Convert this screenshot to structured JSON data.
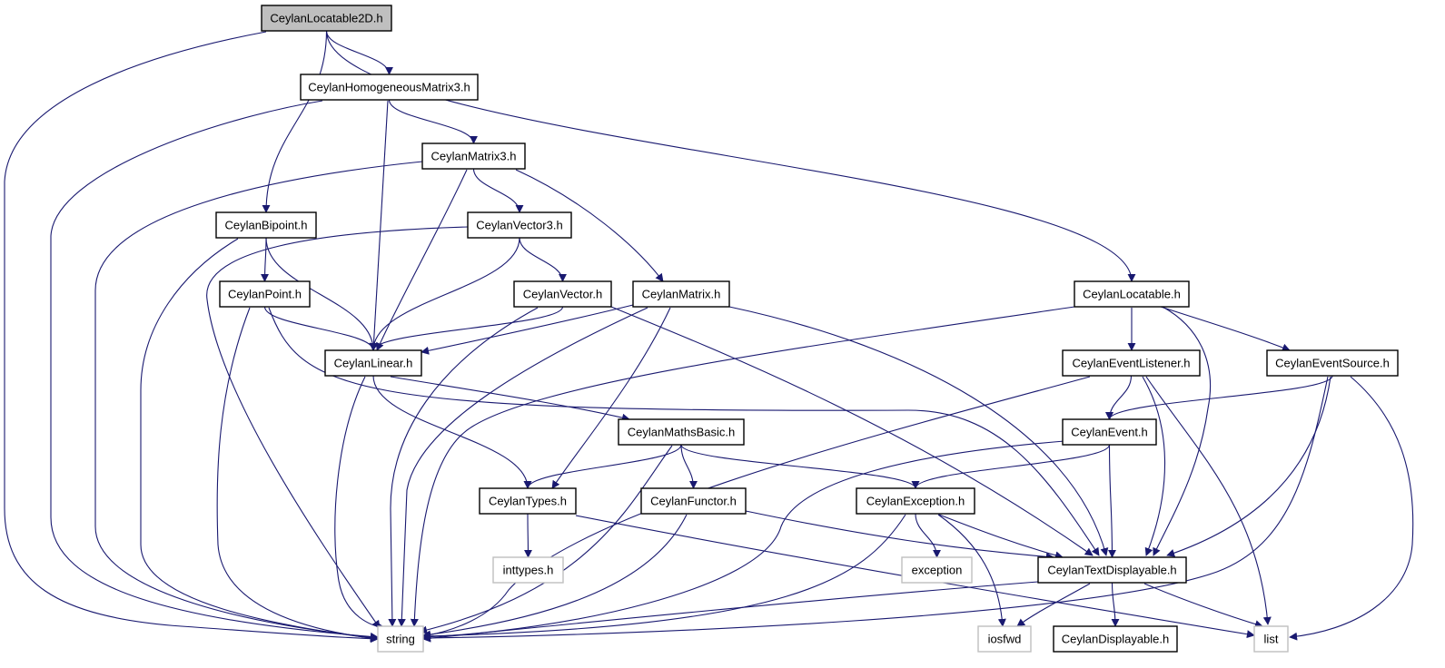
{
  "nodes": [
    {
      "id": "n_root",
      "label": "CeylanLocatable2D.h",
      "style": "root"
    },
    {
      "id": "n_hm3",
      "label": "CeylanHomogeneousMatrix3.h",
      "style": "normal"
    },
    {
      "id": "n_m3",
      "label": "CeylanMatrix3.h",
      "style": "normal"
    },
    {
      "id": "n_bip",
      "label": "CeylanBipoint.h",
      "style": "normal"
    },
    {
      "id": "n_v3",
      "label": "CeylanVector3.h",
      "style": "normal"
    },
    {
      "id": "n_pt",
      "label": "CeylanPoint.h",
      "style": "normal"
    },
    {
      "id": "n_vec",
      "label": "CeylanVector.h",
      "style": "normal"
    },
    {
      "id": "n_mat",
      "label": "CeylanMatrix.h",
      "style": "normal"
    },
    {
      "id": "n_loc",
      "label": "CeylanLocatable.h",
      "style": "normal"
    },
    {
      "id": "n_lin",
      "label": "CeylanLinear.h",
      "style": "normal"
    },
    {
      "id": "n_el",
      "label": "CeylanEventListener.h",
      "style": "normal"
    },
    {
      "id": "n_es",
      "label": "CeylanEventSource.h",
      "style": "normal"
    },
    {
      "id": "n_mb",
      "label": "CeylanMathsBasic.h",
      "style": "normal"
    },
    {
      "id": "n_ev",
      "label": "CeylanEvent.h",
      "style": "normal"
    },
    {
      "id": "n_ty",
      "label": "CeylanTypes.h",
      "style": "normal"
    },
    {
      "id": "n_fu",
      "label": "CeylanFunctor.h",
      "style": "normal"
    },
    {
      "id": "n_ex",
      "label": "CeylanException.h",
      "style": "normal"
    },
    {
      "id": "n_inttypes",
      "label": "inttypes.h",
      "style": "external"
    },
    {
      "id": "n_exception",
      "label": "exception",
      "style": "external"
    },
    {
      "id": "n_td",
      "label": "CeylanTextDisplayable.h",
      "style": "normal"
    },
    {
      "id": "n_string",
      "label": "string",
      "style": "external"
    },
    {
      "id": "n_iosfwd",
      "label": "iosfwd",
      "style": "external"
    },
    {
      "id": "n_disp",
      "label": "CeylanDisplayable.h",
      "style": "normal"
    },
    {
      "id": "n_list",
      "label": "list",
      "style": "external"
    }
  ],
  "edges": [
    {
      "from": "n_root",
      "to": "n_string"
    },
    {
      "from": "n_root",
      "to": "n_hm3"
    },
    {
      "from": "n_root",
      "to": "n_bip"
    },
    {
      "from": "n_root",
      "to": "n_loc"
    },
    {
      "from": "n_hm3",
      "to": "n_string"
    },
    {
      "from": "n_hm3",
      "to": "n_lin"
    },
    {
      "from": "n_hm3",
      "to": "n_m3"
    },
    {
      "from": "n_m3",
      "to": "n_string"
    },
    {
      "from": "n_m3",
      "to": "n_lin"
    },
    {
      "from": "n_m3",
      "to": "n_v3"
    },
    {
      "from": "n_m3",
      "to": "n_mat"
    },
    {
      "from": "n_bip",
      "to": "n_string"
    },
    {
      "from": "n_bip",
      "to": "n_pt"
    },
    {
      "from": "n_bip",
      "to": "n_lin"
    },
    {
      "from": "n_v3",
      "to": "n_string"
    },
    {
      "from": "n_v3",
      "to": "n_lin"
    },
    {
      "from": "n_v3",
      "to": "n_vec"
    },
    {
      "from": "n_pt",
      "to": "n_string"
    },
    {
      "from": "n_pt",
      "to": "n_lin"
    },
    {
      "from": "n_pt",
      "to": "n_td"
    },
    {
      "from": "n_vec",
      "to": "n_lin"
    },
    {
      "from": "n_vec",
      "to": "n_string"
    },
    {
      "from": "n_vec",
      "to": "n_td"
    },
    {
      "from": "n_mat",
      "to": "n_lin"
    },
    {
      "from": "n_mat",
      "to": "n_string"
    },
    {
      "from": "n_mat",
      "to": "n_ty"
    },
    {
      "from": "n_mat",
      "to": "n_td"
    },
    {
      "from": "n_lin",
      "to": "n_string"
    },
    {
      "from": "n_lin",
      "to": "n_ty"
    },
    {
      "from": "n_lin",
      "to": "n_mb"
    },
    {
      "from": "n_loc",
      "to": "n_string"
    },
    {
      "from": "n_loc",
      "to": "n_el"
    },
    {
      "from": "n_loc",
      "to": "n_td"
    },
    {
      "from": "n_loc",
      "to": "n_es"
    },
    {
      "from": "n_el",
      "to": "n_string"
    },
    {
      "from": "n_el",
      "to": "n_ev"
    },
    {
      "from": "n_el",
      "to": "n_td"
    },
    {
      "from": "n_el",
      "to": "n_list"
    },
    {
      "from": "n_es",
      "to": "n_ev"
    },
    {
      "from": "n_es",
      "to": "n_td"
    },
    {
      "from": "n_es",
      "to": "n_string"
    },
    {
      "from": "n_es",
      "to": "n_list"
    },
    {
      "from": "n_mb",
      "to": "n_string"
    },
    {
      "from": "n_mb",
      "to": "n_ty"
    },
    {
      "from": "n_mb",
      "to": "n_fu"
    },
    {
      "from": "n_mb",
      "to": "n_ex"
    },
    {
      "from": "n_ev",
      "to": "n_string"
    },
    {
      "from": "n_ev",
      "to": "n_ex"
    },
    {
      "from": "n_ev",
      "to": "n_td"
    },
    {
      "from": "n_ty",
      "to": "n_inttypes"
    },
    {
      "from": "n_ty",
      "to": "n_list"
    },
    {
      "from": "n_fu",
      "to": "n_string"
    },
    {
      "from": "n_fu",
      "to": "n_td"
    },
    {
      "from": "n_ex",
      "to": "n_string"
    },
    {
      "from": "n_ex",
      "to": "n_exception"
    },
    {
      "from": "n_ex",
      "to": "n_iosfwd"
    },
    {
      "from": "n_ex",
      "to": "n_td"
    },
    {
      "from": "n_td",
      "to": "n_string"
    },
    {
      "from": "n_td",
      "to": "n_iosfwd"
    },
    {
      "from": "n_td",
      "to": "n_disp"
    },
    {
      "from": "n_td",
      "to": "n_list"
    }
  ],
  "colors": {
    "edge": "#191970",
    "node_border": "#000000",
    "external_border": "#bfbfbf",
    "root_fill": "#bfbfbf",
    "node_fill": "#ffffff",
    "text": "#000000",
    "external_text": "#000000"
  }
}
